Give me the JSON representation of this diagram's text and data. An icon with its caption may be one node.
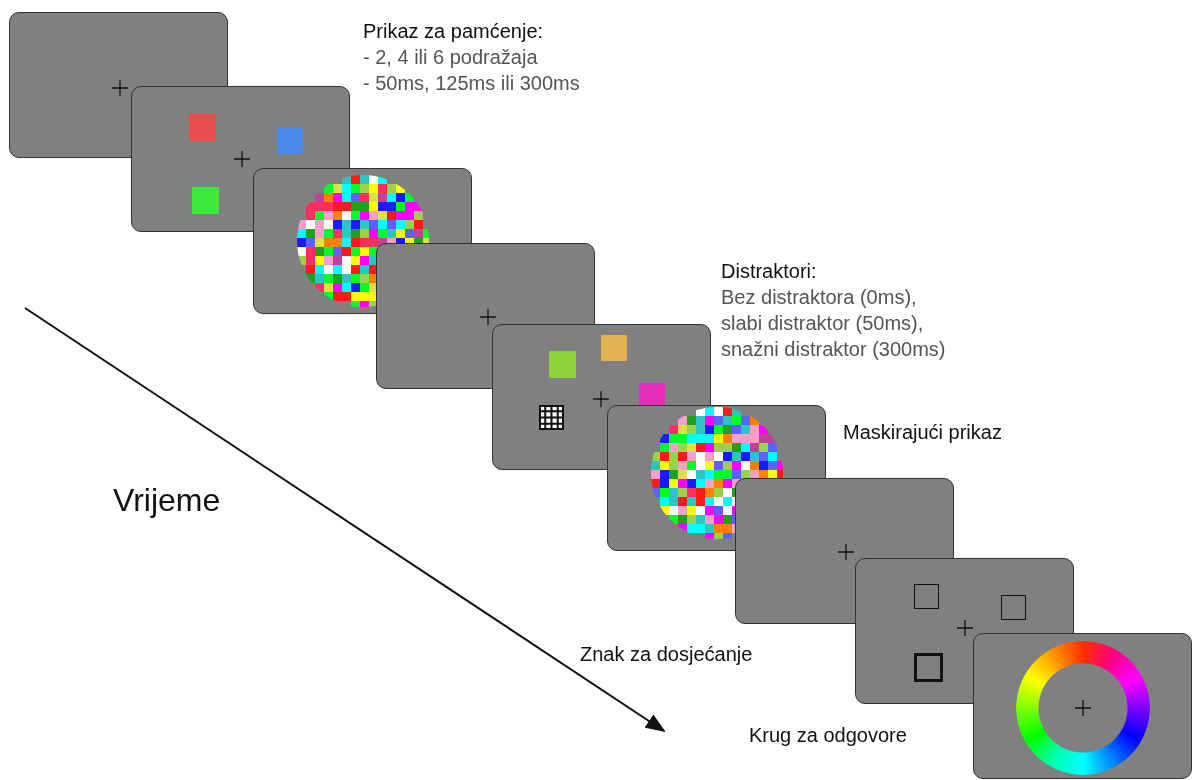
{
  "diagram": {
    "labels": [
      "Prikaz za pamćenje:",
      "- 2, 4 ili 6 podražaja",
      "- 50ms, 125ms ili 300ms",
      "Distraktori:",
      "Bez distraktora (0ms),",
      "slabi distraktor (50ms),",
      "snažni distraktor (300ms)",
      "Maskirajući prikaz",
      "Vrijeme",
      "Znak za dosjećanje",
      "Krug za odgovore"
    ]
  }
}
